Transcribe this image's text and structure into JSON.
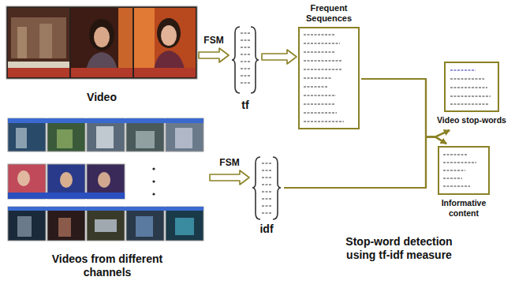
{
  "diagram": {
    "nodes": [
      {
        "text": [
          "Video"
        ]
      },
      {
        "text": [
          "tf"
        ]
      },
      {
        "text": [
          "Frequent Sequences"
        ]
      },
      {
        "text": [
          "Videos from different channels"
        ]
      },
      {
        "text": [
          "idf"
        ]
      },
      {
        "text": [
          "Video stop-words"
        ]
      },
      {
        "text": [
          "Informative content"
        ]
      }
    ],
    "edges": [
      {
        "from": 0,
        "to": 1,
        "label": "FSM",
        "arrow": "to"
      },
      {
        "from": 1,
        "to": 2,
        "arrow": "to"
      },
      {
        "from": 3,
        "to": 4,
        "label": "FSM",
        "arrow": "to"
      },
      {
        "from": 2,
        "to": 5,
        "arrow": "to"
      },
      {
        "from": 2,
        "to": 6,
        "arrow": "to"
      },
      {
        "from": 4,
        "to": 5,
        "arrow": "to"
      },
      {
        "from": 4,
        "to": 6,
        "arrow": "to"
      }
    ],
    "labels": [
      "Stop-word detection using tf-idf measure"
    ]
  }
}
